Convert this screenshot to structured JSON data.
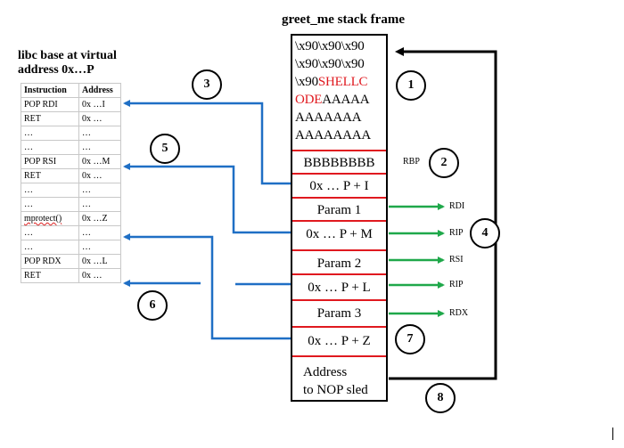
{
  "title": "greet_me stack frame",
  "libc": {
    "title_line1": "libc base at virtual",
    "title_line2": "address  0x…P",
    "headers": [
      "Instruction",
      "Address"
    ],
    "rows": [
      [
        "POP RDI",
        "0x …I"
      ],
      [
        "RET",
        "0x …"
      ],
      [
        "…",
        "…"
      ],
      [
        "…",
        "…"
      ],
      [
        "POP RSI",
        "0x …M"
      ],
      [
        "RET",
        "0x …"
      ],
      [
        "…",
        "…"
      ],
      [
        "…",
        "…"
      ],
      [
        "mprotect()",
        "0x …Z"
      ],
      [
        "…",
        "…"
      ],
      [
        "…",
        "…"
      ],
      [
        "POP RDX",
        "0x …L"
      ],
      [
        "RET",
        "0x …"
      ]
    ]
  },
  "stack": {
    "shellcode_lines": [
      {
        "black": "\\x90\\x90\\x90",
        "red": ""
      },
      {
        "black": "\\x90\\x90\\x90",
        "red": ""
      },
      {
        "black": "\\x90",
        "red": "SHELLC"
      },
      {
        "black": "",
        "red": "ODE",
        "black_after": "AAAAA"
      },
      {
        "black": "AAAAAAA",
        "red": ""
      },
      {
        "black": "AAAAAAAA",
        "red": ""
      }
    ],
    "rbp_value": "BBBBBBBB",
    "cells": [
      "0x … P + I",
      "Param 1",
      "0x … P + M",
      "Param 2",
      "0x … P + L",
      "Param 3",
      "0x … P + Z"
    ],
    "bottom_line1": "Address",
    "bottom_line2": "to NOP sled"
  },
  "labels": {
    "rbp": "RBP",
    "rdi": "RDI",
    "rip1": "RIP",
    "rsi": "RSI",
    "rip2": "RIP",
    "rdx": "RDX"
  },
  "steps": [
    "1",
    "2",
    "3",
    "4",
    "5",
    "6",
    "7",
    "8"
  ],
  "colors": {
    "stack_divider": "#e0191f",
    "blue_arrow": "#1f6fc5",
    "green_arrow": "#1fa84a",
    "shellcode_text": "#e0191f"
  }
}
